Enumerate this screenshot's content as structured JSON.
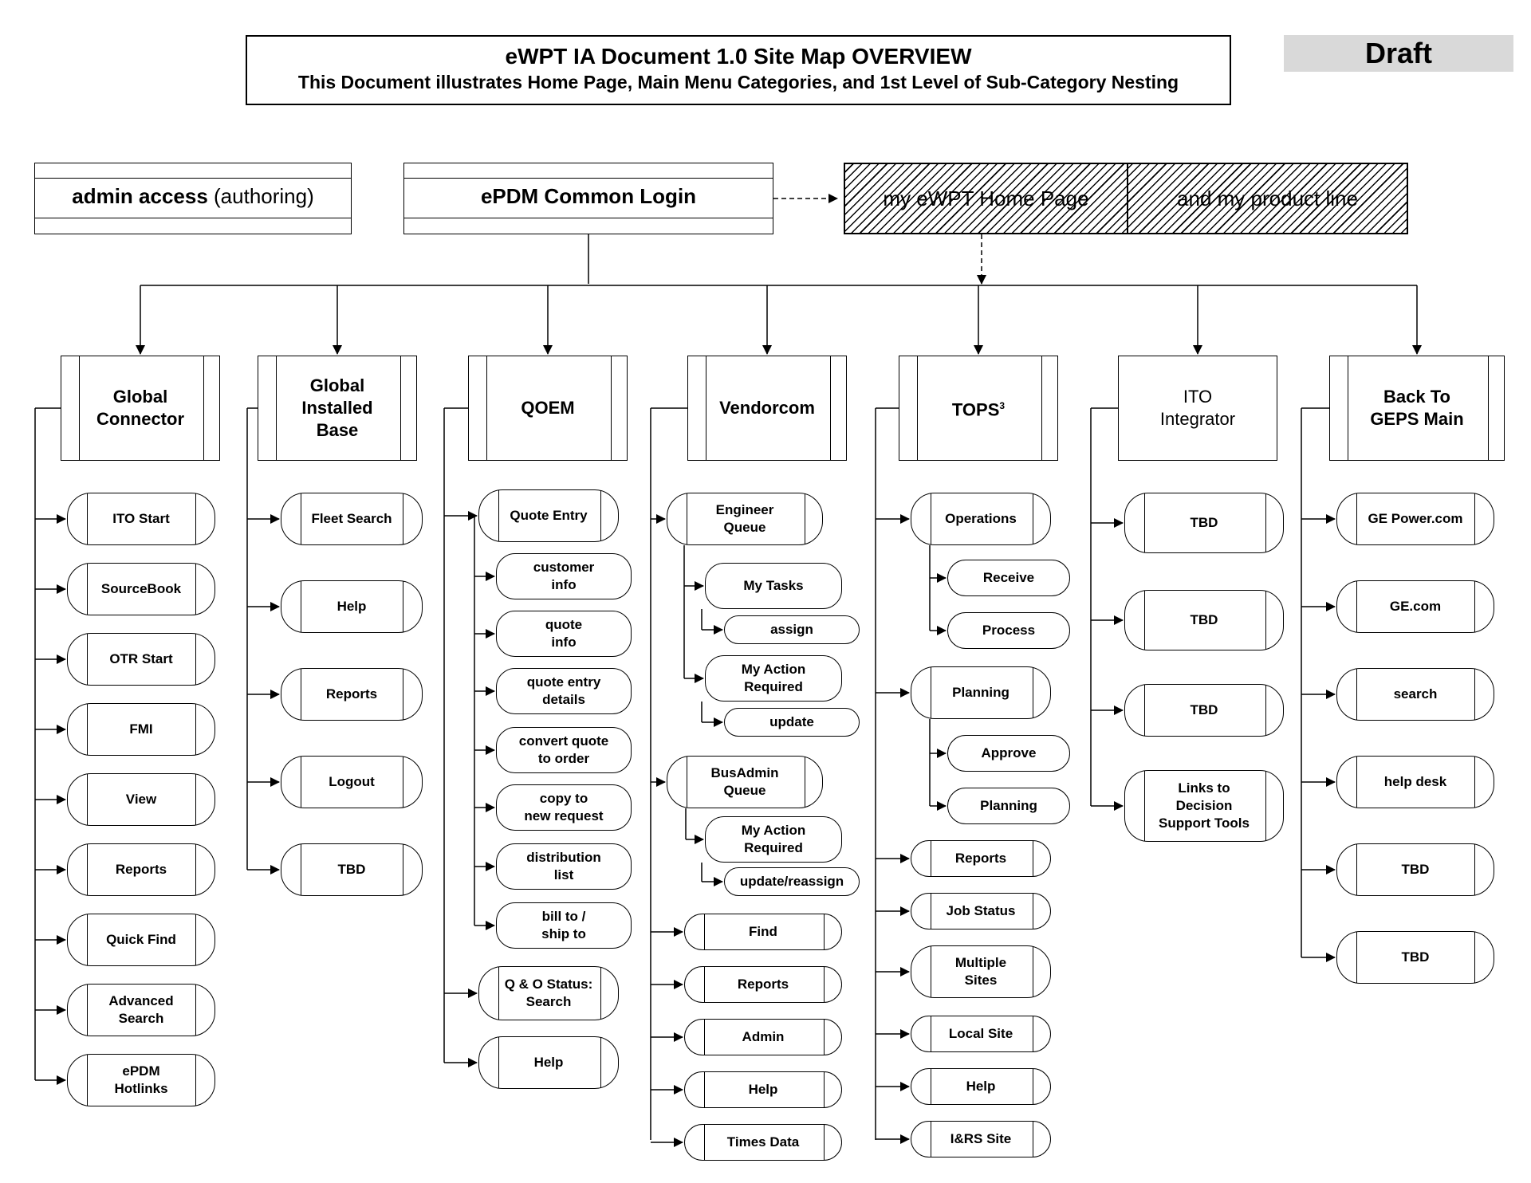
{
  "title": {
    "line1": "eWPT IA Document 1.0 Site Map  OVERVIEW",
    "line2": "This Document illustrates Home Page, Main Menu Categories, and 1st Level of Sub-Category Nesting"
  },
  "draft_label": "Draft",
  "admin": {
    "bold": "admin access",
    "normal": " (authoring)"
  },
  "login": "ePDM  Common Login",
  "home": {
    "left": "my eWPT Home Page",
    "right": "and my product line"
  },
  "categories": [
    {
      "label": "Global\nConnector",
      "children": [
        {
          "label": "ITO Start"
        },
        {
          "label": "SourceBook"
        },
        {
          "label": "OTR Start"
        },
        {
          "label": "FMI"
        },
        {
          "label": "View"
        },
        {
          "label": "Reports"
        },
        {
          "label": "Quick Find"
        },
        {
          "label": "Advanced\nSearch"
        },
        {
          "label": "ePDM\nHotlinks"
        }
      ]
    },
    {
      "label": "Global\nInstalled\nBase",
      "children": [
        {
          "label": "Fleet Search"
        },
        {
          "label": "Help"
        },
        {
          "label": "Reports"
        },
        {
          "label": "Logout"
        },
        {
          "label": "TBD"
        }
      ]
    },
    {
      "label": "QOEM",
      "children": [
        {
          "label": "Quote Entry",
          "children": [
            {
              "label": "customer\ninfo"
            },
            {
              "label": "quote\ninfo"
            },
            {
              "label": "quote entry\ndetails"
            },
            {
              "label": "convert quote\nto order"
            },
            {
              "label": "copy  to\nnew request"
            },
            {
              "label": "distribution\nlist"
            },
            {
              "label": "bill to /\nship to"
            }
          ]
        },
        {
          "label": "Q & O Status:\nSearch"
        },
        {
          "label": "Help"
        }
      ]
    },
    {
      "label": "Vendorcom",
      "children": [
        {
          "label": "Engineer\nQueue",
          "children": [
            {
              "label": "My Tasks",
              "children": [
                {
                  "label": "assign"
                }
              ]
            },
            {
              "label": "My Action\nRequired",
              "children": [
                {
                  "label": "update"
                }
              ]
            }
          ]
        },
        {
          "label": "BusAdmin\nQueue",
          "children": [
            {
              "label": "My Action\nRequired",
              "children": [
                {
                  "label": "update/reassign"
                }
              ]
            }
          ]
        },
        {
          "label": "Find"
        },
        {
          "label": "Reports"
        },
        {
          "label": "Admin"
        },
        {
          "label": "Help"
        },
        {
          "label": "Times Data"
        }
      ]
    },
    {
      "label": "TOPS",
      "sup": "3",
      "children": [
        {
          "label": "Operations",
          "children": [
            {
              "label": "Receive"
            },
            {
              "label": "Process"
            }
          ]
        },
        {
          "label": "Planning",
          "children": [
            {
              "label": "Approve"
            },
            {
              "label": "Planning"
            }
          ]
        },
        {
          "label": "Reports"
        },
        {
          "label": "Job Status"
        },
        {
          "label": "Multiple\nSites"
        },
        {
          "label": "Local Site"
        },
        {
          "label": "Help"
        },
        {
          "label": "I&RS Site"
        }
      ]
    },
    {
      "label": "ITO\nIntegrator",
      "children": [
        {
          "label": "TBD"
        },
        {
          "label": "TBD"
        },
        {
          "label": "TBD"
        },
        {
          "label": "Links to\nDecision\nSupport Tools"
        }
      ]
    },
    {
      "label": "Back To\nGEPS Main",
      "children": [
        {
          "label": "GE Power.com"
        },
        {
          "label": "GE.com"
        },
        {
          "label": "search"
        },
        {
          "label": "help desk"
        },
        {
          "label": "TBD"
        },
        {
          "label": "TBD"
        }
      ]
    }
  ]
}
